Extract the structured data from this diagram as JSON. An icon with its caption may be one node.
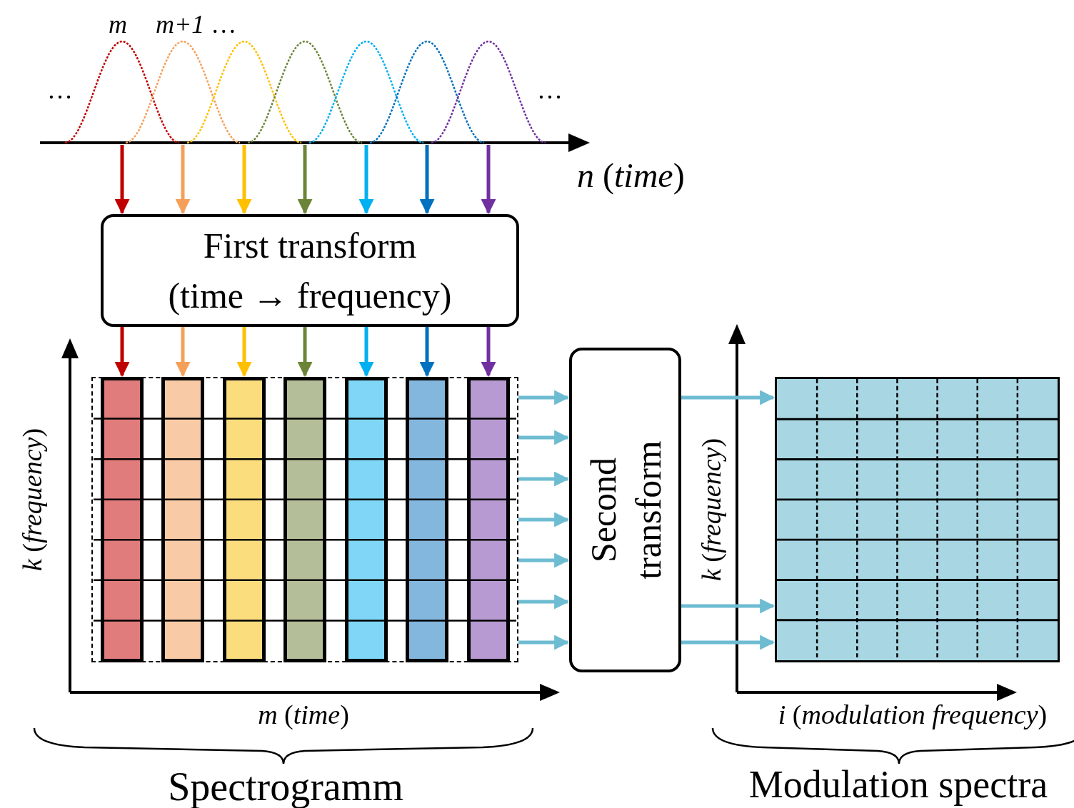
{
  "diagram": {
    "nodes": [
      {
        "text": [
          "First transform (time → frequency)"
        ]
      },
      {
        "text": [
          "Second transform"
        ]
      },
      {
        "text": [],
        "shape": "box"
      },
      {
        "text": [],
        "shape": "bar",
        "in": 2
      },
      {
        "text": [],
        "shape": "bar",
        "in": 2
      },
      {
        "text": [],
        "shape": "bar",
        "in": 2
      },
      {
        "text": [],
        "shape": "bar",
        "in": 2
      },
      {
        "text": [],
        "shape": "bar",
        "in": 2
      },
      {
        "text": [],
        "shape": "bar",
        "in": 2
      },
      {
        "text": [],
        "shape": "bar",
        "in": 2
      },
      {
        "text": [],
        "shape": "box"
      },
      {
        "text": [],
        "shape": "curve"
      },
      {
        "text": [],
        "shape": "curve"
      },
      {
        "text": [],
        "shape": "curve"
      },
      {
        "text": [],
        "shape": "curve"
      },
      {
        "text": [],
        "shape": "curve"
      },
      {
        "text": [],
        "shape": "curve"
      },
      {
        "text": [],
        "shape": "curve"
      }
    ],
    "edges": [
      {
        "from": 11,
        "to": 0,
        "arrow": "to",
        "color": "#c00000"
      },
      {
        "from": 12,
        "to": 0,
        "arrow": "to",
        "color": "#f4a05a"
      },
      {
        "from": 13,
        "to": 0,
        "arrow": "to",
        "color": "#ffc000"
      },
      {
        "from": 14,
        "to": 0,
        "arrow": "to",
        "color": "#6b8538"
      },
      {
        "from": 15,
        "to": 0,
        "arrow": "to",
        "color": "#00b0f0"
      },
      {
        "from": 16,
        "to": 0,
        "arrow": "to",
        "color": "#0070c0"
      },
      {
        "from": 17,
        "to": 0,
        "arrow": "to",
        "color": "#7030a0"
      },
      {
        "from": 0,
        "to": 3,
        "arrow": "to",
        "color": "#c00000"
      },
      {
        "from": 0,
        "to": 4,
        "arrow": "to",
        "color": "#f4a05a"
      },
      {
        "from": 0,
        "to": 5,
        "arrow": "to",
        "color": "#ffc000"
      },
      {
        "from": 0,
        "to": 6,
        "arrow": "to",
        "color": "#6b8538"
      },
      {
        "from": 0,
        "to": 7,
        "arrow": "to",
        "color": "#00b0f0"
      },
      {
        "from": 0,
        "to": 8,
        "arrow": "to",
        "color": "#0070c0"
      },
      {
        "from": 0,
        "to": 9,
        "arrow": "to",
        "color": "#7030a0"
      },
      {
        "from": 2,
        "to": 1,
        "arrow": "to",
        "color": "#6dbcd2"
      },
      {
        "from": 2,
        "to": 1,
        "arrow": "to",
        "color": "#6dbcd2"
      },
      {
        "from": 2,
        "to": 1,
        "arrow": "to",
        "color": "#6dbcd2"
      },
      {
        "from": 2,
        "to": 1,
        "arrow": "to",
        "color": "#6dbcd2"
      },
      {
        "from": 2,
        "to": 1,
        "arrow": "to",
        "color": "#6dbcd2"
      },
      {
        "from": 2,
        "to": 1,
        "arrow": "to",
        "color": "#6dbcd2"
      },
      {
        "from": 2,
        "to": 1,
        "arrow": "to",
        "color": "#6dbcd2"
      },
      {
        "from": 1,
        "to": 10,
        "arrow": "to",
        "color": "#6dbcd2"
      },
      {
        "from": 1,
        "to": 10,
        "arrow": "to",
        "color": "#6dbcd2"
      },
      {
        "from": 1,
        "to": 10,
        "arrow": "to",
        "color": "#6dbcd2"
      }
    ],
    "labels": [
      "*m*",
      "*m+1* …",
      "…",
      "…",
      "*n* (*time*)",
      "*k* (*frequency*)",
      "*m* (*time*)",
      "*k* (*frequency*)",
      "*i* (*modulation frequency*)",
      "Spectrogramm",
      "Modulation spectra"
    ]
  }
}
